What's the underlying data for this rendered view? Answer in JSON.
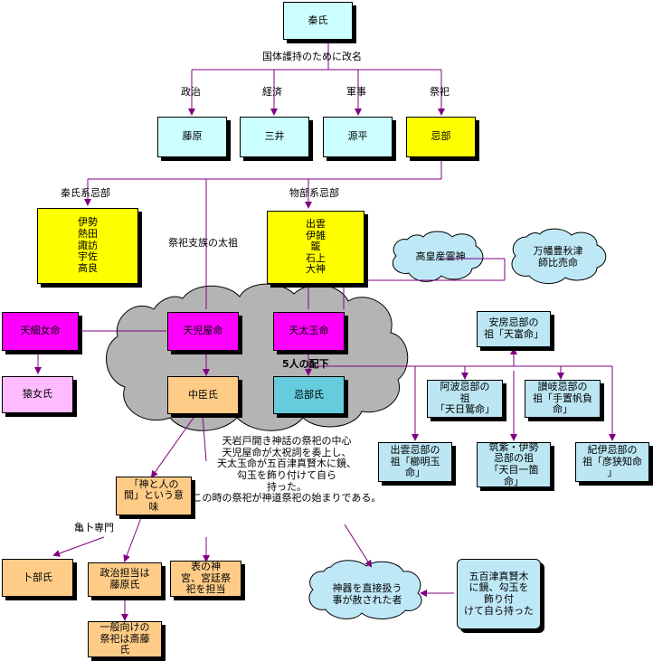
{
  "colors": {
    "cyan": "#ccffff",
    "light_blue": "#bbe6f2",
    "yellow": "#ffff00",
    "magenta": "#ff00ff",
    "pink": "#ffbbff",
    "tan": "#ffcc88",
    "cloud_gray": "#b4b4b4",
    "cloud_blue": "#bfe8f7",
    "line": "#800080"
  },
  "boxes": {
    "shinshi": "秦氏",
    "fujiwara": "藤原",
    "mitsui": "三井",
    "genpei": "源平",
    "inbe": "忌部",
    "hata_inbe_list": "伊勢\n熱田\n諏訪\n宇佐\n高良",
    "mononobe_inbe_list": "出雲\n伊雑\n籠\n石上\n大神",
    "ame_no_uzume": "天細女命",
    "sarume": "猿女氏",
    "ame_no_koyane": "天児屋命",
    "futodama": "天太玉命",
    "nakatomi": "中臣氏",
    "inbe_shi": "忌部氏",
    "awa_inbe": "安房忌部の\n祖「天富命」",
    "awa_inbe2": "阿波忌部の\n祖\n「天日鷲命」",
    "sanuki_inbe": "讃岐忌部の\n祖「手置帆負\n命」",
    "izumo_inbe": "出雲忌部の\n祖「櫛明玉\n命」",
    "chikushi_ise": "筑紫・伊勢\n忌部の祖\n「天目一箇\n命」",
    "kii_inbe": "紀伊忌部の\n祖「彦狭知命\n」",
    "kami_hito": "「神と人の\n間」という意\n味",
    "urabe": "卜部氏",
    "seiji_fujiwara": "政治担当は\n藤原氏",
    "omote_kami": "表の神\n宮、宮廷祭\n祀を担当",
    "ippan_saishi": "一般向けの\n祭祀は斎藤\n氏"
  },
  "clouds": {
    "takamimusubi": "高皇産霊神",
    "yorozuhata": "万幡豊秋津\n師比売命",
    "shinki": "神器を直接扱う\n事が赦された者",
    "ioetsu": "五百津真賢木\nに鏡、勾玉を\n飾り付\nけて自ら持った"
  },
  "labels": {
    "kaimei": "国体護持のために改名",
    "seiji": "政治",
    "keizai": "経済",
    "gunji": "軍事",
    "saishi": "祭祀",
    "hata_inbe": "秦氏系忌部",
    "mononobe_inbe": "物部系忌部",
    "saishi_shizoku": "祭祀支族の太祖",
    "gonin": "5人の配下",
    "kameura": "亀卜専門",
    "story": "天岩戸開き神話の祭祀の中心\n天児屋命が太祝詞を奏上し、\n天太玉命が五百津真賢木に鏡、\n勾玉を飾り付けて自ら\n持った。\nこの時の祭祀が神道祭祀の始まりである。"
  }
}
